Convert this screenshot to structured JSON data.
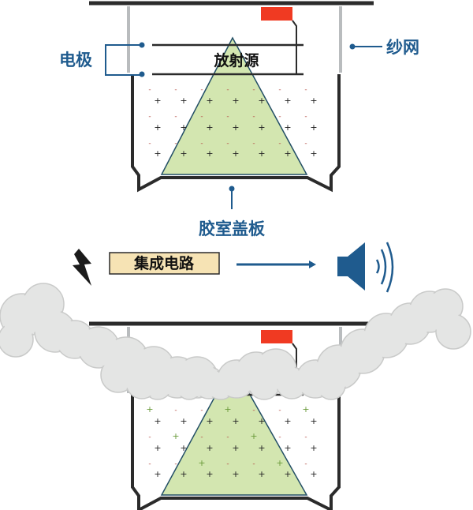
{
  "labels": {
    "electrode": "电极",
    "radiation_source": "放射源",
    "mesh": "纱网",
    "chamber_cover": "胶室盖板",
    "integrated_circuit": "集成电路"
  },
  "colors": {
    "label_blue": "#1f5b8e",
    "source_red": "#f03a22",
    "radiation_green": "#d3e6b0",
    "circuit_box": "#f6e3b4",
    "smoke": "#e4e5e4",
    "frame": "#2b2b2b"
  },
  "icons": [
    "lightning-icon",
    "speaker-icon",
    "arrow-right-icon"
  ]
}
